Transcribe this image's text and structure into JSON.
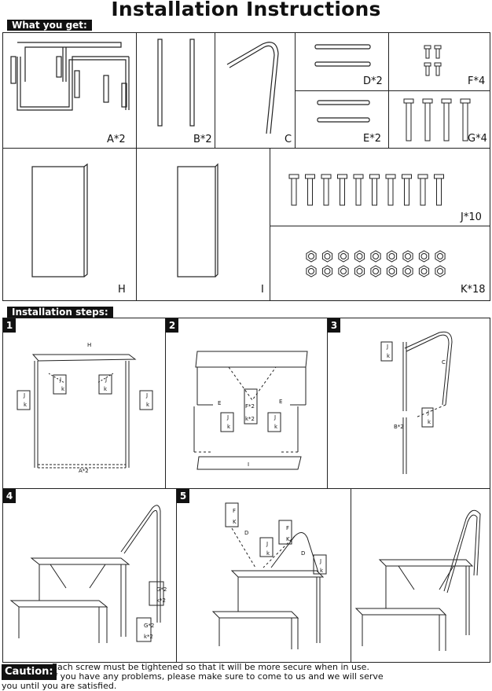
{
  "title": "Installation Instructions",
  "sections": {
    "what_you_get": "What you get:",
    "installation_steps": "Installation steps:"
  },
  "parts": [
    {
      "id": "A",
      "label": "A*2"
    },
    {
      "id": "B",
      "label": "B*2"
    },
    {
      "id": "C",
      "label": "C"
    },
    {
      "id": "D",
      "label": "D*2"
    },
    {
      "id": "F",
      "label": "F*4"
    },
    {
      "id": "E",
      "label": "E*2"
    },
    {
      "id": "G",
      "label": "G*4"
    },
    {
      "id": "H",
      "label": "H"
    },
    {
      "id": "I",
      "label": "I"
    },
    {
      "id": "J",
      "label": "J*10"
    },
    {
      "id": "K",
      "label": "K*18"
    }
  ],
  "steps": [
    {
      "number": "1",
      "callouts": [
        "H",
        "J",
        "k",
        "J",
        "k",
        "J",
        "k",
        "J",
        "k",
        "A*2"
      ]
    },
    {
      "number": "2",
      "callouts": [
        "F*2",
        "k*2",
        "J",
        "k",
        "J",
        "k",
        "E",
        "E",
        "I"
      ]
    },
    {
      "number": "3",
      "callouts": [
        "J",
        "k",
        "C",
        "J",
        "k",
        "B*2"
      ]
    },
    {
      "number": "4",
      "callouts": [
        "G*2",
        "k*2",
        "G*2",
        "k*2"
      ]
    },
    {
      "number": "5",
      "callouts": [
        "F",
        "K",
        "D",
        "J",
        "k",
        "F",
        "K",
        "D",
        "J",
        "k"
      ]
    }
  ],
  "caution": {
    "label": "Caution:",
    "line1": "Each screw must be tightened so that it will be more secure when in use.",
    "line2": "If you have any problems, please make sure to come to us and we will serve",
    "line3": "you until you are satisfied."
  }
}
